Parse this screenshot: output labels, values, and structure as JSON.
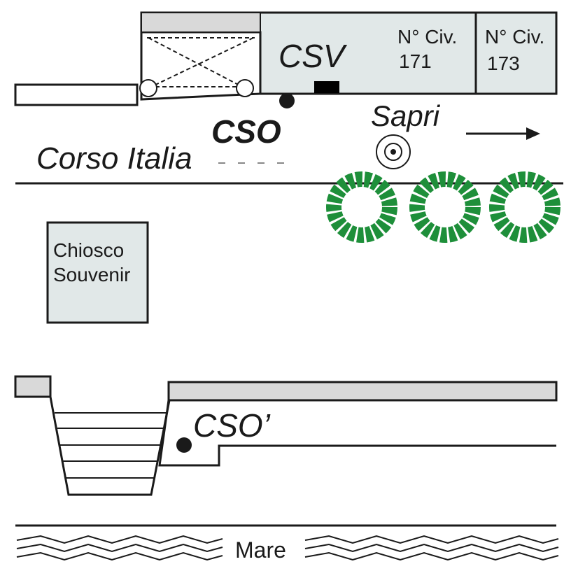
{
  "labels": {
    "civ_171_line1": "N° Civ.",
    "civ_171_line2": "171",
    "civ_173_line1": "N° Civ.",
    "civ_173_line2": "173",
    "csv": "CSV",
    "cso": "CSO",
    "cso_prime": "CSO’",
    "sapri": "Sapri",
    "street": "Corso Italia",
    "kiosk_line1": "Chiosco",
    "kiosk_line2": "Souvenir",
    "sea": "Mare"
  },
  "colors": {
    "building_fill": "#e1e8e8",
    "roof_fill": "#d9d9d9",
    "outline": "#1a1a1a",
    "tree_green": "#1e8f3a"
  },
  "icons": {
    "direction_arrow": "arrow-right-icon",
    "target_marker": "target-icon",
    "trees": "tree-icon"
  }
}
